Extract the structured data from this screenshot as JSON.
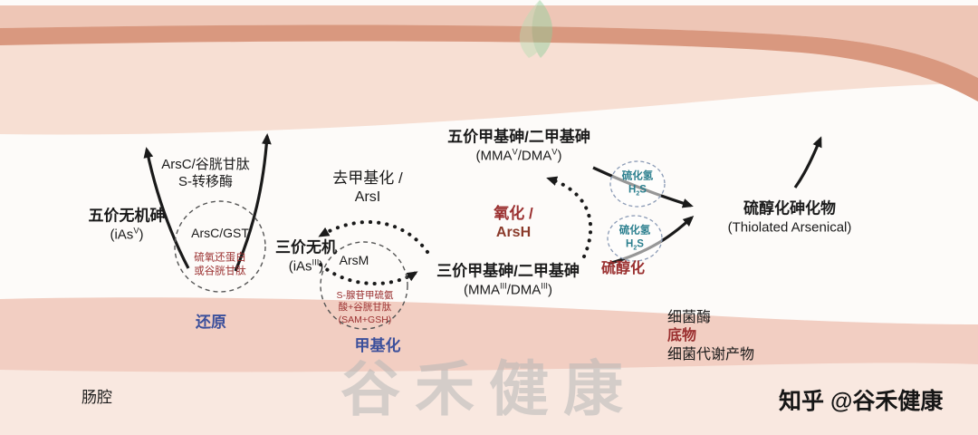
{
  "watermark": {
    "center": "谷禾健康",
    "credit": "知乎 @谷禾健康"
  },
  "region": {
    "lumen": "肠腔"
  },
  "legend": {
    "enzyme": "细菌酶",
    "substrate": "底物",
    "metabolite": "细菌代谢产物"
  },
  "nodes": {
    "ias5": {
      "name": "五价无机砷",
      "pre": "(iAs",
      "sup": "V",
      "post": ")"
    },
    "ias3": {
      "name": "三价无机",
      "pre": "(iAs",
      "sup": "III",
      "post": ")"
    },
    "mma3": {
      "name": "三价甲基砷/二甲基砷",
      "pre1": "(MMA",
      "sup1": "III",
      "pre2": "/DMA",
      "sup2": "III",
      "post": ")"
    },
    "mma5": {
      "name": "五价甲基砷/二甲基砷",
      "pre1": "(MMA",
      "sup1": "V",
      "pre2": "/DMA",
      "sup2": "V",
      "post": ")"
    },
    "thiolated": {
      "name": "硫醇化砷化物",
      "en": "(Thiolated Arsenical)"
    }
  },
  "enzymes": {
    "arsc_transferase": {
      "line1": "ArsC/谷胱甘肽",
      "line2": "S-转移酶"
    },
    "arsc_circle": {
      "enzyme": "ArsC/GST",
      "cofactor1": "硫氧还蛋白",
      "cofactor2": "或谷胱甘肽"
    },
    "arsm_circle": {
      "enzyme": "ArsM",
      "cofactor1": "S-腺苷甲硫氨",
      "cofactor2": "酸+谷胱甘肽",
      "cofactor3": "(SAM+GSH)"
    },
    "demethylation": {
      "line1": "去甲基化 /",
      "line2": "ArsI"
    },
    "oxidation": {
      "line1": "氧化 /",
      "line2": "ArsH"
    }
  },
  "processes": {
    "reduction": "还原",
    "methylation": "甲基化",
    "thiolation": "硫醇化"
  },
  "h2s": {
    "label": "硫化氢",
    "formula_pre": "H",
    "formula_sub": "2",
    "formula_post": "S"
  },
  "colors": {
    "process_blue": "#3b4f9b",
    "substrate_red": "#9a2f2f",
    "h2s_teal": "#2b7f8e",
    "wall_salmon": "#eec6b6",
    "wall_stripe": "#d9987f",
    "wall_light": "#f7dfd3",
    "band_pink": "#f2cec2",
    "band_light": "#f9e8e0"
  }
}
